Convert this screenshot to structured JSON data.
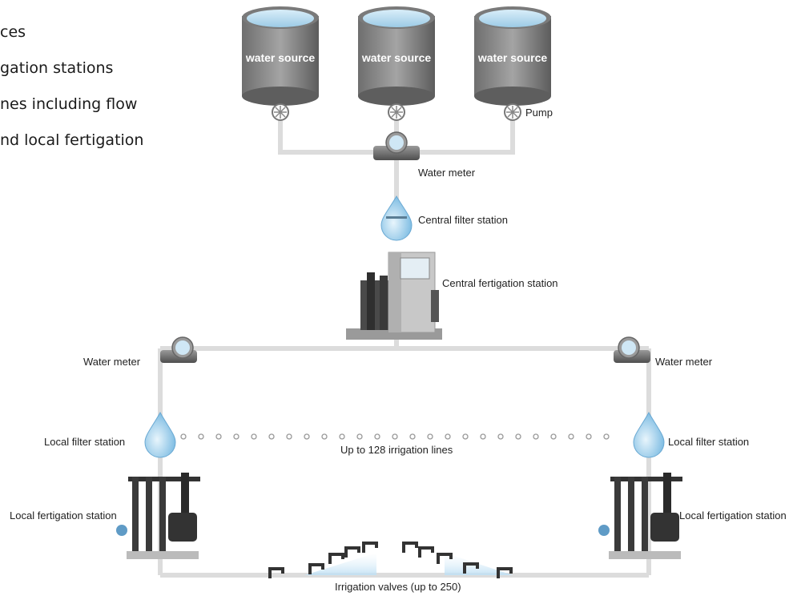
{
  "side_list": [
    "ces",
    "gation stations",
    "nes including flow",
    "nd local fertigation"
  ],
  "sources": [
    "water source",
    "water source",
    "water source"
  ],
  "labels": {
    "pump": "Pump",
    "water_meter_top": "Water meter",
    "central_filter": "Central filter station",
    "central_fertigation": "Central fertigation station",
    "water_meter_left": "Water meter",
    "water_meter_right": "Water meter",
    "local_filter_left": "Local filter station",
    "local_filter_right": "Local filter station",
    "irrigation_lines": "Up to 128 irrigation lines",
    "local_fertigation_left": "Local fertigation station",
    "local_fertigation_right": "Local fertigation station",
    "irrigation_valves": "Irrigation valves (up to 250)"
  },
  "colors": {
    "pipe": "#dcdcdc",
    "tank_body": "#8a8a8a",
    "water": "#a9d4ec",
    "drop": "#8ec5e8"
  }
}
